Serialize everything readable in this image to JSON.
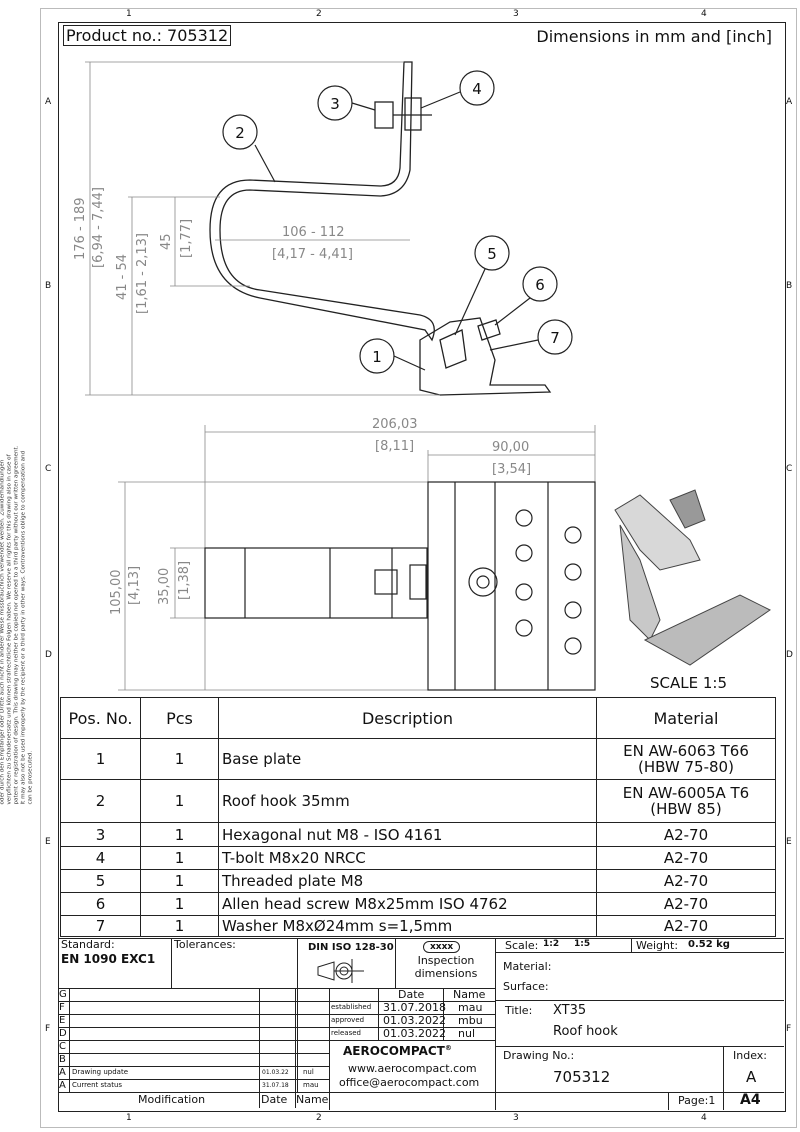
{
  "header": {
    "product_no": "Product no.: 705312",
    "dimensions_note": "Dimensions in mm and [inch]"
  },
  "grid": {
    "columns": [
      "1",
      "2",
      "3",
      "4"
    ],
    "rows": [
      "A",
      "B",
      "C",
      "D",
      "E",
      "F"
    ]
  },
  "side_note": "Für diese Zeichnung behalten wir uns alle Rechte vor, auch für den Fall der Patenterteilung oder Gebrauchsmustereintragung. Ohne unsere vorherige, schriftliche Zustimmung darf diese Zeichnung weder vervielfältigt, noch Dritten zugänglich gemacht oder durch den Empfänger oder Dritte auch nicht in anderer Weise missbräuchlich verwendet werden. Zuwiderhandlungen verpflichten zu Schadenersatz und können strafrechtliche Folgen haben. We reserve all rights for this drawing also in case of patent or registration of design. This drawing may neither be copied nor opened to a third party without our written agreement. It may also not be used improperly by the recipient or a third party in other ways. Contraventions oblige to compensation and can be prosecuted.",
  "side_view": {
    "dims": {
      "h_total": "176 - 189",
      "h_total_in": "[6,94 - 7,44]",
      "h_mid": "41 - 54",
      "h_mid_in": "[1,61 - 2,13]",
      "h_hook": "45",
      "h_hook_in": "[1,77]",
      "w_hook": "106 - 112",
      "w_hook_in": "[4,17 - 4,41]"
    },
    "balloons": [
      "1",
      "2",
      "3",
      "4",
      "5",
      "6",
      "7"
    ]
  },
  "top_view": {
    "dims": {
      "w_total": "206,03",
      "w_total_in": "[8,11]",
      "w_base": "90,00",
      "w_base_in": "[3,54]",
      "h_total": "105,00",
      "h_total_in": "[4,13]",
      "h_hook": "35,00",
      "h_hook_in": "[1,38]"
    }
  },
  "iso_view": {
    "scale_label": "SCALE 1:5"
  },
  "parts_table": {
    "headers": [
      "Pos. No.",
      "Pcs",
      "Description",
      "Material"
    ],
    "rows": [
      [
        "1",
        "1",
        "Base plate",
        "EN AW-6063 T66\n(HBW 75-80)"
      ],
      [
        "2",
        "1",
        "Roof hook 35mm",
        "EN AW-6005A T6\n(HBW 85)"
      ],
      [
        "3",
        "1",
        "Hexagonal nut M8 - ISO 4161",
        "A2-70"
      ],
      [
        "4",
        "1",
        "T-bolt M8x20 NRCC",
        "A2-70"
      ],
      [
        "5",
        "1",
        "Threaded plate M8",
        "A2-70"
      ],
      [
        "6",
        "1",
        "Allen head screw M8x25mm ISO 4762",
        "A2-70"
      ],
      [
        "7",
        "1",
        "Washer M8xØ24mm s=1,5mm",
        "A2-70"
      ]
    ]
  },
  "title_block": {
    "standard_label": "Standard:",
    "standard": "EN 1090 EXC1",
    "tolerances_label": "Tolerances:",
    "projection": "DIN ISO 128-30",
    "inspection_tag": "xxxx",
    "inspection_label": "Inspection dimensions",
    "scale_label": "Scale:",
    "scale1": "1:2",
    "scale2": "1:5",
    "weight_label": "Weight:",
    "weight": "0.52 kg",
    "material_label": "Material:",
    "surface_label": "Surface:",
    "title_label": "Title:",
    "title1": "XT35",
    "title2": "Roof hook",
    "drawing_no_label": "Drawing No.:",
    "drawing_no": "705312",
    "index_label": "Index:",
    "index": "A",
    "page": "Page:1",
    "format": "A4",
    "date_header": "Date",
    "name_header": "Name",
    "approvals": [
      [
        "established",
        "31.07.2018",
        "mau"
      ],
      [
        "approved",
        "01.03.2022",
        "mbu"
      ],
      [
        "released",
        "01.03.2022",
        "nul"
      ]
    ],
    "company": "AEROCOMPACT",
    "registered": "®",
    "web": "www.aerocompact.com",
    "email": "office@aerocompact.com",
    "revisions": [
      [
        "G",
        "",
        "",
        ""
      ],
      [
        "F",
        "",
        "",
        ""
      ],
      [
        "E",
        "",
        "",
        ""
      ],
      [
        "D",
        "",
        "",
        ""
      ],
      [
        "C",
        "",
        "",
        ""
      ],
      [
        "B",
        "",
        "",
        ""
      ],
      [
        "A",
        "Drawing update",
        "01.03.22",
        "nul"
      ],
      [
        "A",
        "Current status",
        "31.07.18",
        "mau"
      ]
    ],
    "mod_header": "Modification",
    "mod_date": "Date",
    "mod_name": "Name"
  }
}
